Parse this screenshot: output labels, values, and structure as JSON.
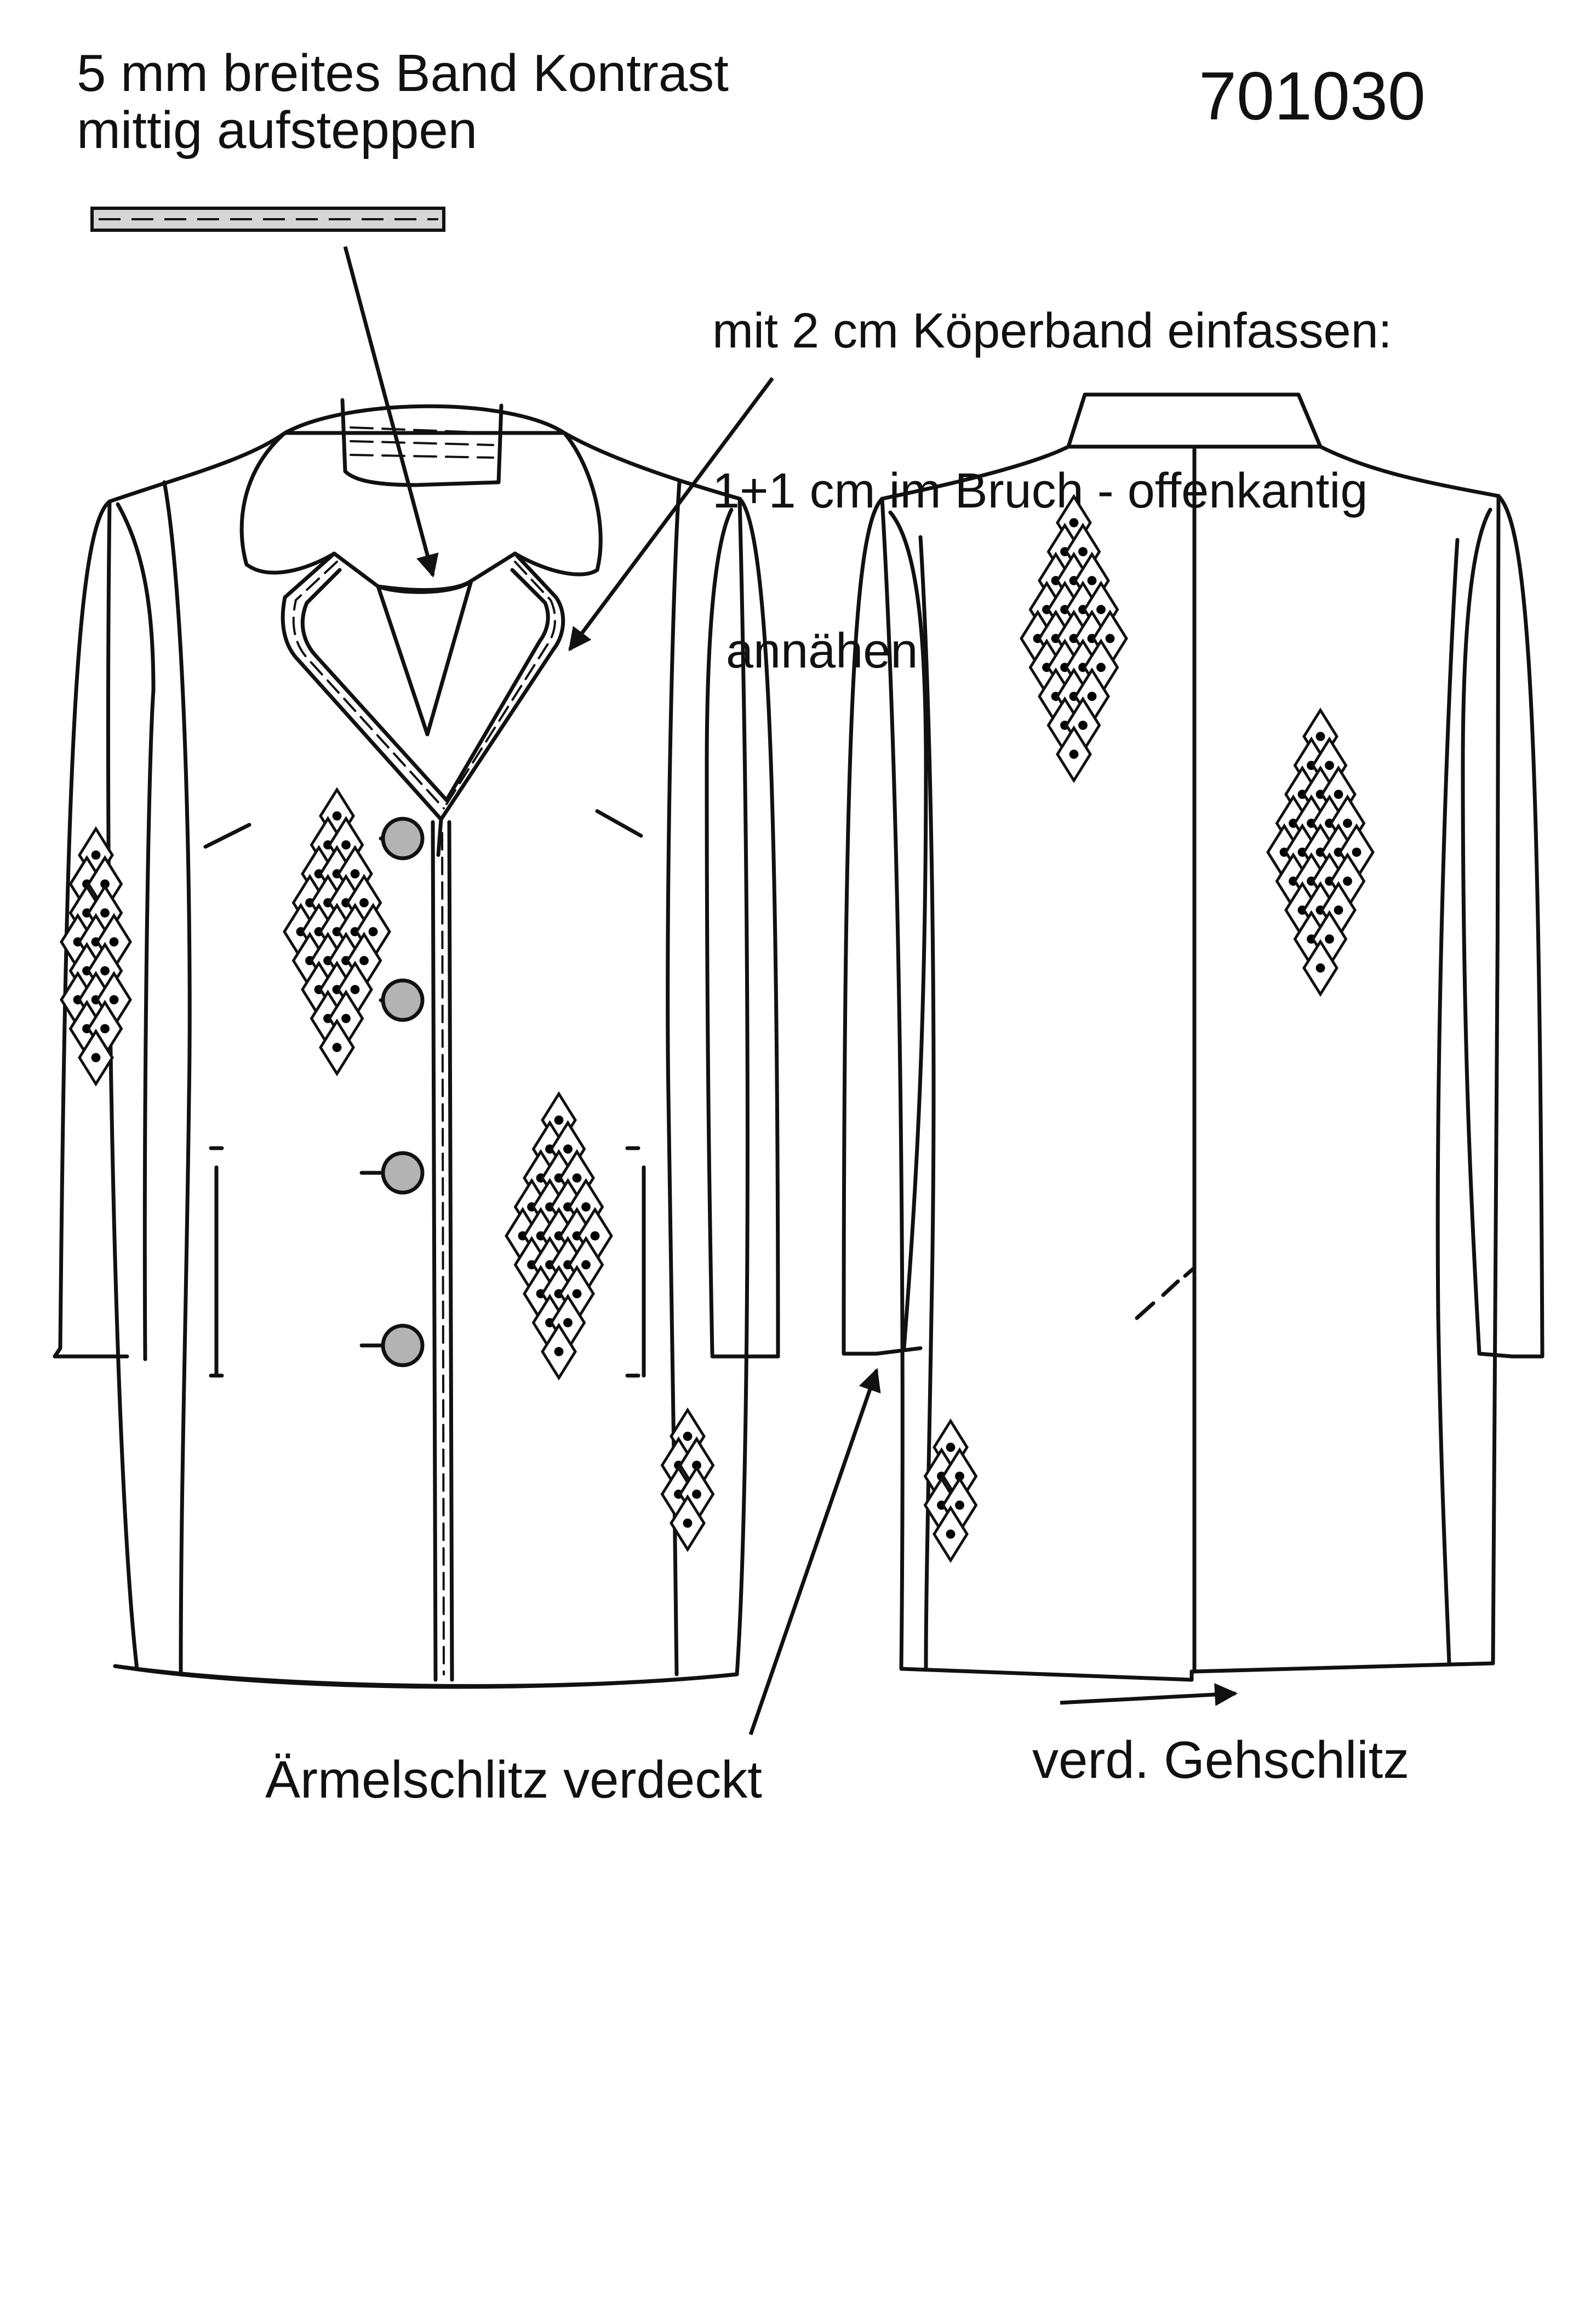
{
  "style_number": "701030",
  "notes": {
    "band": {
      "line1": "5 mm breites Band Kontrast",
      "line2": "mittig aufsteppen"
    },
    "binding": {
      "line1": "mit 2 cm Köperband einfassen:",
      "line2": "1+1 cm im Bruch - offenkantig",
      "line3": " annähen"
    },
    "sleeve_vent": "Ärmelschlitz verdeckt",
    "walking_vent": "verd. Gehschlitz"
  },
  "colors": {
    "ink": "#111111",
    "button_fill": "#b3b3b3",
    "band_fill": "#d6d6d6",
    "motif_dot": "#000000"
  }
}
